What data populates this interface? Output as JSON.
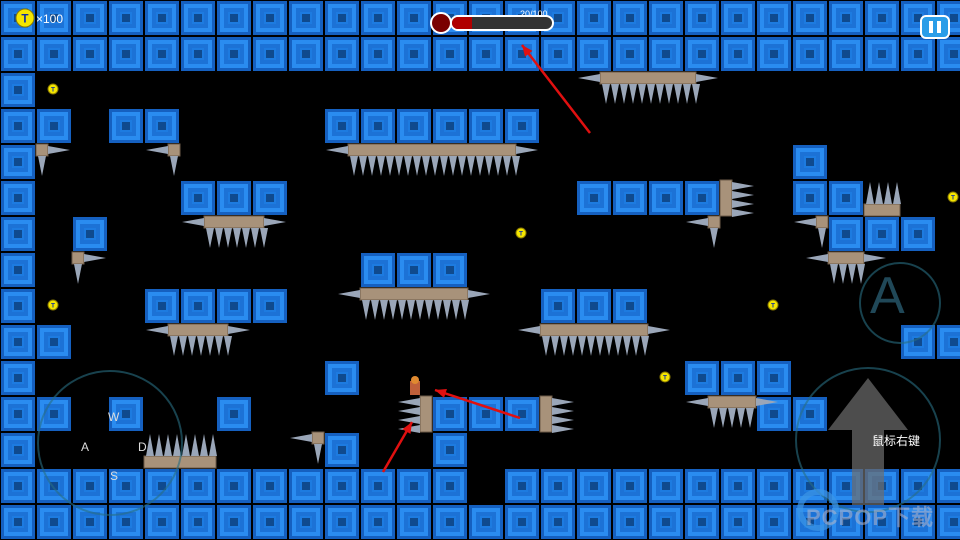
{
  "hud": {
    "coin_icon": "coin-icon",
    "coin_count": "×100",
    "health_current": 20,
    "health_max": 100,
    "health_text": "20/100",
    "health_fraction": 0.2,
    "pause_icon": "pause-icon"
  },
  "controls": {
    "up": "W",
    "left": "A",
    "down": "S",
    "right": "D",
    "action_button": "A",
    "jump_hint": "鼠标右键"
  },
  "watermark": "PCPOP下载",
  "colors": {
    "tile": "#1d7be0",
    "background": "#000000",
    "health": "#b00000",
    "arrow": "#e01010",
    "coin": "#f5e600"
  }
}
